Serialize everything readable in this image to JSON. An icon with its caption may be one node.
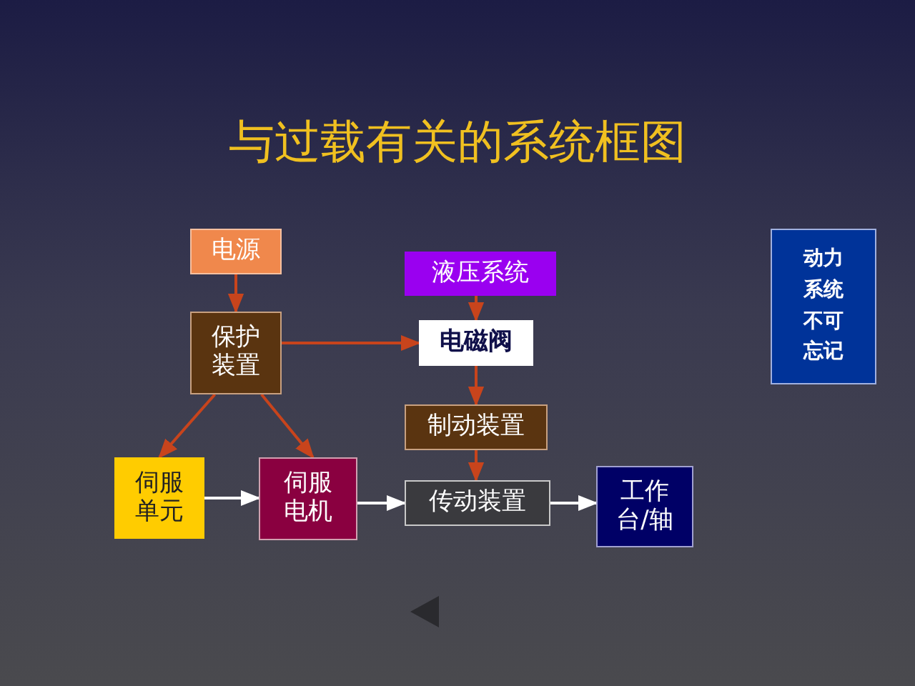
{
  "diagram": {
    "title": "与过载有关的系统框图",
    "nodes": [
      {
        "text": [
          "电源"
        ]
      },
      {
        "text": [
          "保护装置"
        ]
      },
      {
        "text": [
          "液压系统"
        ]
      },
      {
        "text": [
          "电磁阀"
        ]
      },
      {
        "text": [
          "制动装置"
        ]
      },
      {
        "text": [
          "伺服单元"
        ]
      },
      {
        "text": [
          "伺服电机"
        ]
      },
      {
        "text": [
          "传动装置"
        ]
      },
      {
        "text": [
          "工作台/轴"
        ]
      },
      {
        "text": [
          "动力系统不可忘记"
        ]
      }
    ],
    "edges": [
      {
        "from": 0,
        "to": 1,
        "arrow": "to"
      },
      {
        "from": 1,
        "to": 3,
        "arrow": "to"
      },
      {
        "from": 2,
        "to": 3,
        "arrow": "to"
      },
      {
        "from": 3,
        "to": 4,
        "arrow": "to"
      },
      {
        "from": 1,
        "to": 5,
        "arrow": "to"
      },
      {
        "from": 1,
        "to": 6,
        "arrow": "to"
      },
      {
        "from": 4,
        "to": 7,
        "arrow": "to"
      },
      {
        "from": 5,
        "to": 6,
        "arrow": "to",
        "color": "#ffffff"
      },
      {
        "from": 6,
        "to": 7,
        "arrow": "to",
        "color": "#ffffff"
      },
      {
        "from": 7,
        "to": 8,
        "arrow": "to",
        "color": "#ffffff"
      }
    ]
  }
}
